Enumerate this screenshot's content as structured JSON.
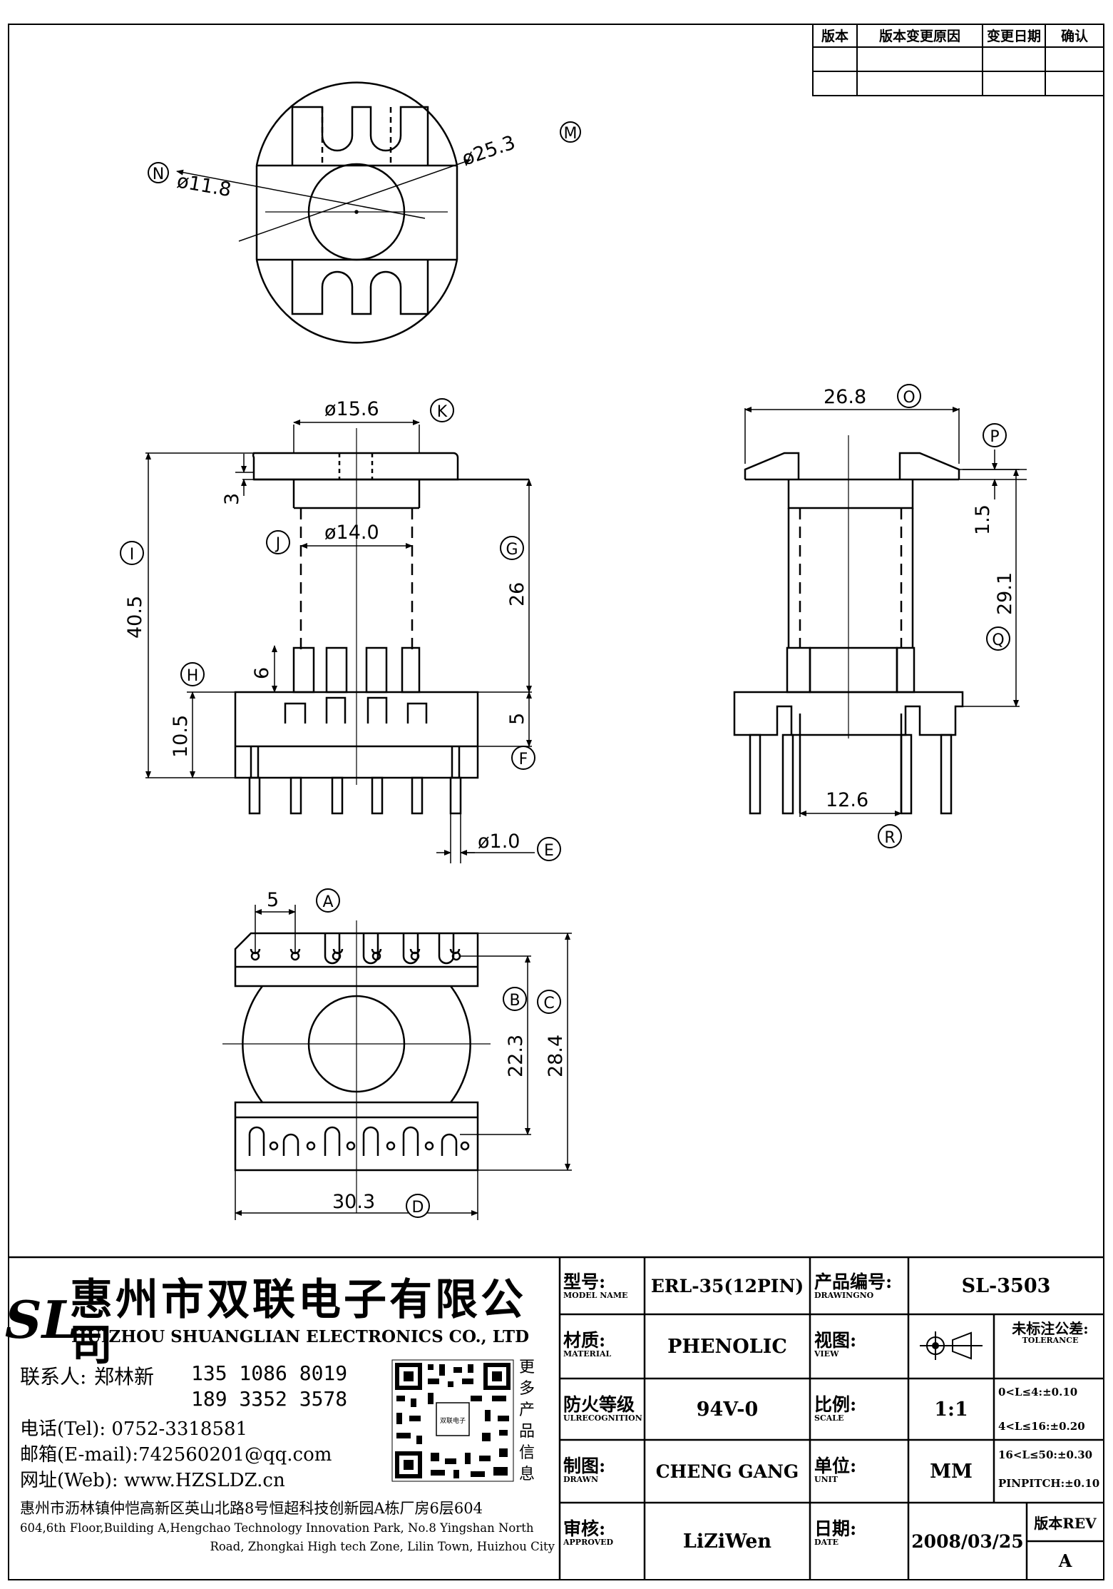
{
  "revision_table": {
    "headers": [
      "版本",
      "版本变更原因",
      "变更日期",
      "确认"
    ]
  },
  "dimensions": {
    "N": {
      "letter": "N",
      "text": "ø11.8"
    },
    "M": {
      "letter": "M",
      "text": "ø25.3"
    },
    "K": {
      "letter": "K",
      "text": "ø15.6"
    },
    "J": {
      "letter": "J",
      "text": "ø14.0"
    },
    "I": {
      "letter": "I",
      "text": "40.5"
    },
    "G": {
      "letter": "G",
      "text": "26"
    },
    "H": {
      "letter": "H",
      "text": "10.5"
    },
    "F": {
      "letter": "F",
      "text": "5"
    },
    "E": {
      "letter": "E",
      "text": "ø1.0"
    },
    "flange_thickness": "3",
    "pin_step": "6",
    "O": {
      "letter": "O",
      "text": "26.8"
    },
    "P": {
      "letter": "P",
      "text": "1.5"
    },
    "Q": {
      "letter": "Q",
      "text": "29.1"
    },
    "R": {
      "letter": "R",
      "text": "12.6"
    },
    "A": {
      "letter": "A",
      "text": "5"
    },
    "B": {
      "letter": "B",
      "text": "22.3"
    },
    "C": {
      "letter": "C",
      "text": "28.4"
    },
    "D": {
      "letter": "D",
      "text": "30.3"
    }
  },
  "company": {
    "logo_letters": "SL",
    "name_cn": "惠州市双联电子有限公司",
    "name_en": "HUIZHOU SHUANGLIAN ELECTRONICS CO., LTD",
    "contact_label": "联系人:",
    "contact_name": "郑林新",
    "phone1": "135 1086 8019",
    "phone2": "189 3352 3578",
    "tel_line": "电话(Tel): 0752-3318581",
    "email_line": "邮箱(E-mail):742560201@qq.com",
    "web_line": "网址(Web): www.HZSLDZ.cn",
    "address_cn": "惠州市沥林镇仲恺高新区英山北路8号恒超科技创新园A栋厂房6层604",
    "address_en_1": "604,6th Floor,Building A,Hengchao Technology Innovation Park, No.8 Yingshan North",
    "address_en_2": "Road, Zhongkai High tech Zone, Lilin Town, Huizhou City",
    "qr_caption": "更多产品信息",
    "qr_center_text": "双联电子"
  },
  "title_block": {
    "model_label": "型号:",
    "model_label_en": "MODEL NAME",
    "model_value": "ERL-35(12PIN)",
    "drawing_label": "产品编号:",
    "drawing_label_en": "DRAWINGNO",
    "drawing_value": "SL-3503",
    "material_label": "材质:",
    "material_label_en": "MATERIAL",
    "material_value": "PHENOLIC",
    "view_label": "视图:",
    "view_label_en": "VIEW",
    "tolerance_label": "未标注公差:",
    "tolerance_label_en": "TOLERANCE",
    "tolerances": [
      "0<L≤4:±0.10",
      "4<L≤16:±0.20",
      "16<L≤50:±0.30",
      "PINPITCH:±0.10"
    ],
    "fire_label": "防火等级",
    "fire_label_en": "ULRECOGNITION",
    "fire_value": "94V-0",
    "scale_label": "比例:",
    "scale_label_en": "SCALE",
    "scale_value": "1:1",
    "drawn_label": "制图:",
    "drawn_label_en": "DRAWN",
    "drawn_value": "CHENG GANG",
    "unit_label": "单位:",
    "unit_label_en": "UNIT",
    "unit_value": "MM",
    "approved_label": "审核:",
    "approved_label_en": "APPROVED",
    "approved_value": "LiZiWen",
    "date_label": "日期:",
    "date_label_en": "DATE",
    "date_value": "2008/03/25",
    "rev_label": "版本REV",
    "rev_value": "A"
  }
}
